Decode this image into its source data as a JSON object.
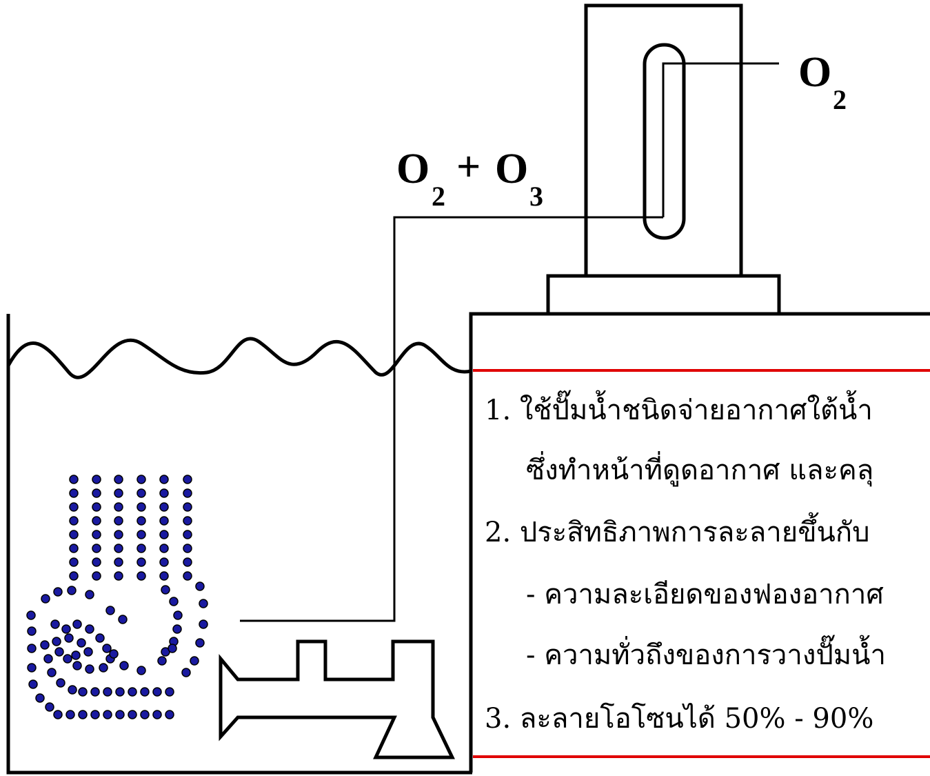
{
  "labels": {
    "o2_main": "O",
    "o2_sub": "2",
    "mix_o_a": "O",
    "mix_sub_a": "2",
    "mix_plus": "+",
    "mix_o_b": "O",
    "mix_sub_b": "3"
  },
  "notes": {
    "line1": "1. ใช้ปั๊มน้ำชนิดจ่ายอากาศใต้น้ำ",
    "line2": "ซึ่งทำหน้าที่ดูดอากาศ และคลุ",
    "line3": "2. ประสิทธิภาพการละลายขึ้นกับ",
    "line4": "- ความละเอียดของฟองอากาศ",
    "line5": "- ความทั่วถึงของการวางปั๊มน้ำ",
    "line6": "3. ละลายโอโซนได้ 50% - 90%"
  },
  "colors": {
    "stroke": "#000000",
    "divider": "#e00000",
    "bubble_fill": "#1a1aa0"
  }
}
